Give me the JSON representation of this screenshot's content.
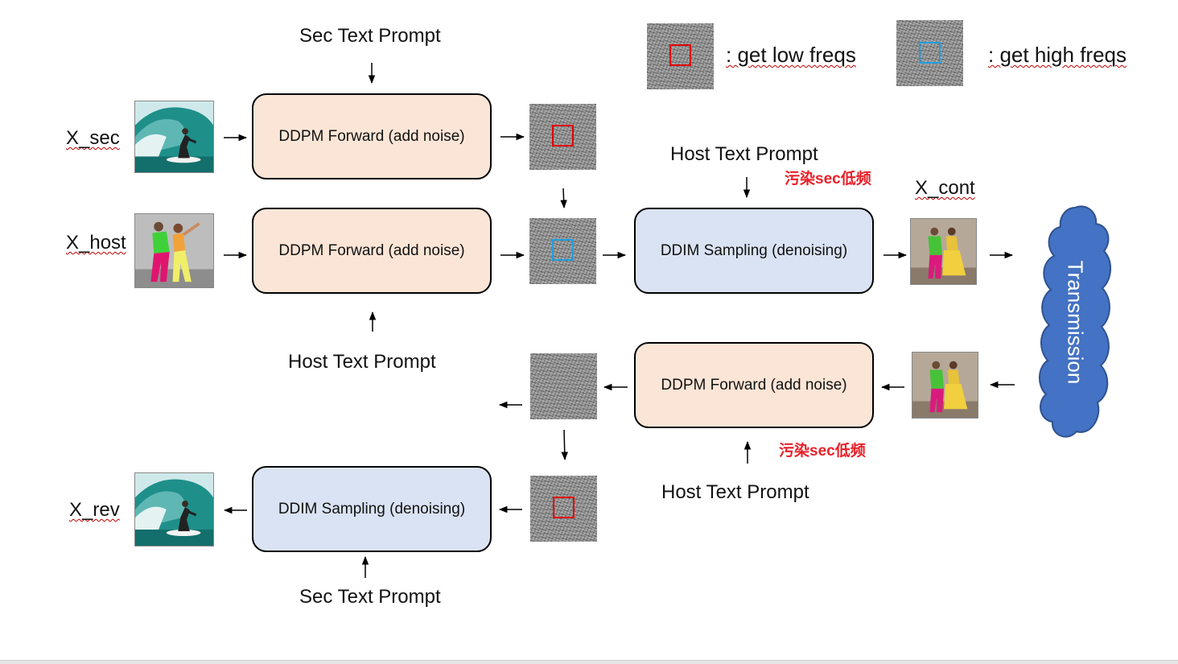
{
  "legend": {
    "low_text": ": get low freqs",
    "high_text": ": get high freqs"
  },
  "labels": {
    "x_sec": "X_sec",
    "x_host": "X_host",
    "x_cont": "X_cont",
    "x_rev": "X_rev"
  },
  "prompts": {
    "sec_top": "Sec Text Prompt",
    "host_under_forward": "Host Text Prompt",
    "host_above_sampling": "Host Text Prompt",
    "host_under_forward_2": "Host Text Prompt",
    "sec_bottom": "Sec Text Prompt"
  },
  "notes": {
    "pollute_1": "污染sec低频",
    "pollute_2": "污染sec低频"
  },
  "boxes": {
    "forward_sec": "DDPM Forward (add noise)",
    "forward_host": "DDPM Forward (add noise)",
    "sampling_cont": "DDIM Sampling (denoising)",
    "forward_receive": "DDPM Forward (add noise)",
    "sampling_rev": "DDIM Sampling (denoising)"
  },
  "transmission": "Transmission",
  "colors": {
    "forward_fill": "#fbe5d6",
    "sampling_fill": "#dae3f3",
    "cloud_fill": "#4472c4",
    "low_freq_marker": "#e00000",
    "high_freq_marker": "#1f9fe0",
    "note_red": "#e8212a"
  },
  "icons": {
    "surfer": "surfer-photo",
    "dancers": "dancers-photo",
    "noise": "noise-image"
  }
}
